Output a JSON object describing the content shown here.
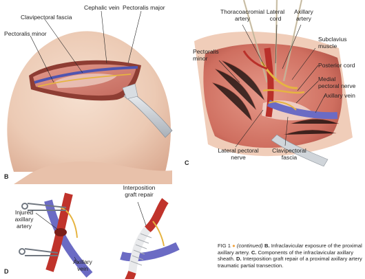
{
  "panel_b": {
    "letter": "B",
    "labels": {
      "cephalic_vein": "Cephalic vein",
      "pectoralis_major": "Pectoralis major",
      "clavipectoral_fascia": "Clavipectoral fascia",
      "pectoralis_minor": "Pectoralis minor"
    }
  },
  "panel_c": {
    "letter": "C",
    "labels": {
      "thoracoacromial_artery_1": "Thoracoacromial",
      "thoracoacromial_artery_2": "artery",
      "lateral_cord_1": "Lateral",
      "lateral_cord_2": "cord",
      "axillary_artery_1": "Axillary",
      "axillary_artery_2": "artery",
      "subclavius_muscle_1": "Subclavius",
      "subclavius_muscle_2": "muscle",
      "pectoralis_minor_1": "Pectoralis",
      "pectoralis_minor_2": "minor",
      "posterior_cord": "Posterior cord",
      "medial_pectoral_nerve_1": "Medial",
      "medial_pectoral_nerve_2": "pectoral nerve",
      "axillary_vein": "Axillary vein",
      "lateral_pectoral_nerve_1": "Lateral pectoral",
      "lateral_pectoral_nerve_2": "nerve",
      "clavipectoral_fascia_1": "Clavipectoral",
      "clavipectoral_fascia_2": "fascia"
    }
  },
  "panel_d": {
    "letter": "D",
    "labels": {
      "injured_axillary_artery_1": "Injured",
      "injured_axillary_artery_2": "axillary",
      "injured_axillary_artery_3": "artery",
      "interposition_graft_1": "Interposition",
      "interposition_graft_2": "graft repair",
      "axillary_vein_1": "Axillary",
      "axillary_vein_2": "vein"
    }
  },
  "caption": {
    "fig": "FIG 1",
    "bullet": "●",
    "continued": "(continued)",
    "b_letter": "B.",
    "b_text": "Infraclavicular exposure of the proximal axillary artery.",
    "c_letter": "C.",
    "c_text": "Components of the infraclavicular axillary sheath.",
    "d_letter": "D.",
    "d_text": "Interposition graft repair of a proximal axillary artery traumatic partial transection."
  },
  "colors": {
    "skin": "#f2d2bf",
    "skin_shadow": "#d9a88f",
    "muscle": "#d27a6d",
    "artery": "#c0332b",
    "vein": "#6b6bc4",
    "nerve": "#e9c24c",
    "retractor": "#c9ced4",
    "bullet": "#f2a23a"
  }
}
